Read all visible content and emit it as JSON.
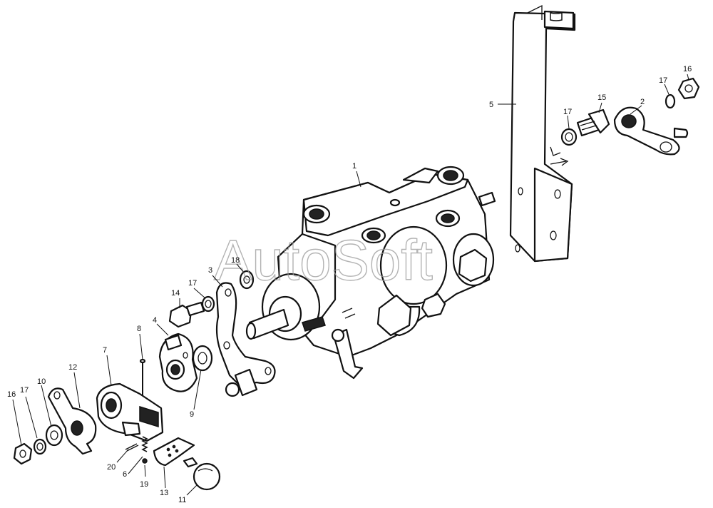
{
  "watermark": "AutoSoft",
  "callouts": {
    "c1": "1",
    "c2": "2",
    "c3": "3",
    "c4": "4",
    "c5": "5",
    "c6": "6",
    "c7": "7",
    "c8": "8",
    "c9": "9",
    "c10": "10",
    "c11": "11",
    "c12": "12",
    "c13": "13",
    "c14": "14",
    "c15": "15",
    "c16a": "16",
    "c16b": "16",
    "c17a": "17",
    "c17b": "17",
    "c17c": "17",
    "c17d": "17",
    "c18": "18",
    "c19": "19",
    "c20": "20"
  }
}
